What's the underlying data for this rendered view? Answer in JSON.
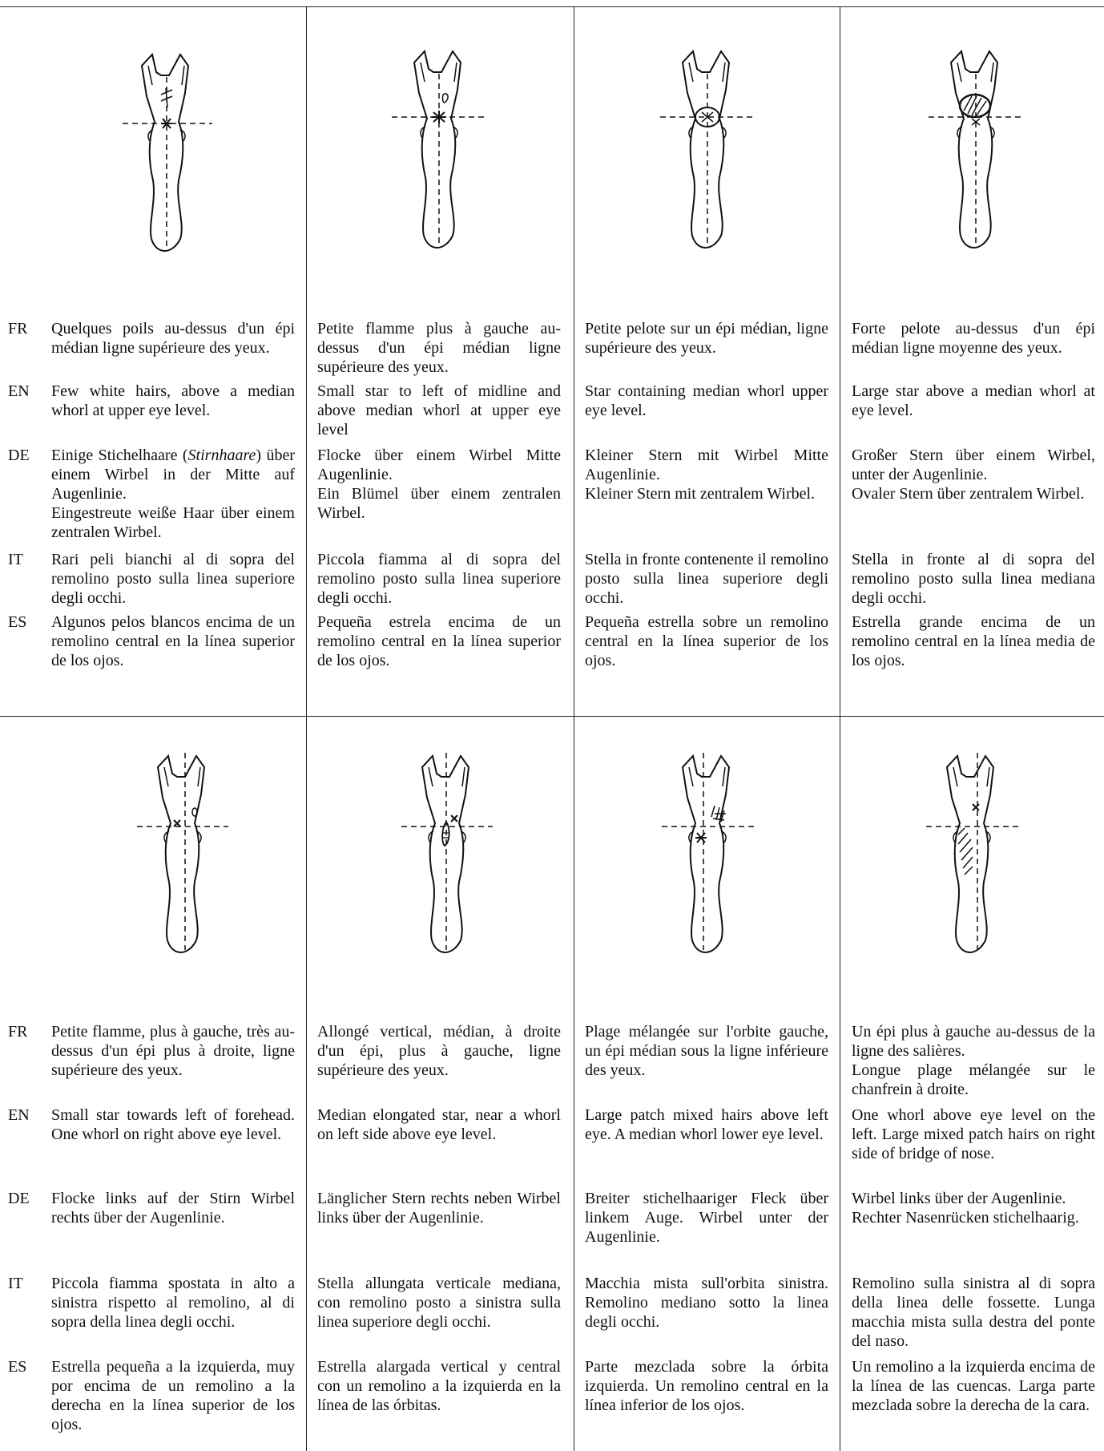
{
  "languages": [
    "FR",
    "EN",
    "DE",
    "IT",
    "ES"
  ],
  "rows": [
    {
      "cells": [
        {
          "FR": "Quelques poils au-dessus d'un épi médian ligne supérieure des yeux.",
          "EN": "Few white hairs, above a median whorl at upper eye level.",
          "DE_before": "Einige Stichelhaare (",
          "DE_italic": "Stirnhaare",
          "DE_after": ") über einem Wirbel in der Mitte auf Augenlinie.\nEingestreute weiße Haar über einem zentralen Wirbel.",
          "IT": "Rari peli bianchi al di sopra del remolino posto sulla linea superiore degli occhi.",
          "ES": "Algunos pelos blancos encima de un remolino central en la línea superior de los ojos."
        },
        {
          "FR": "Petite flamme plus à gauche au-dessus d'un épi médian ligne supérieure des yeux.",
          "EN": "Small star to left of midline and above median whorl at upper eye level",
          "DE": "Flocke über einem Wirbel Mitte Augenlinie.\nEin Blümel über einem zentralen Wirbel.",
          "IT": "Piccola fiamma al di sopra del remolino posto sulla linea superiore degli occhi.",
          "ES": "Pequeña estrela encima de un remolino central en la línea superior de los ojos."
        },
        {
          "FR": "Petite pelote sur un épi médian, ligne supérieure des yeux.",
          "EN": "Star containing median whorl upper eye level.",
          "DE": "Kleiner Stern mit Wirbel Mitte Augenlinie.\nKleiner Stern mit zentralem Wirbel.",
          "IT": "Stella in fronte contenente il remolino posto sulla linea superiore degli occhi.",
          "ES": "Pequeña estrella sobre un remolino central en la línea superior de los ojos."
        },
        {
          "FR": "Forte pelote au-dessus d'un épi médian ligne moyenne des yeux.",
          "EN": "Large star above a median whorl at eye level.",
          "DE": "Großer Stern über einem Wirbel, unter der Augenlinie.\nOvaler Stern über zentralem Wirbel.",
          "IT": "Stella in fronte al di sopra del remolino posto sulla linea mediana degli occhi.",
          "ES": "Estrella grande encima de un remolino central en la línea media de los ojos."
        }
      ]
    },
    {
      "cells": [
        {
          "FR": "Petite flamme, plus à gauche, très au-dessus d'un épi plus à droite, ligne supérieure des yeux.",
          "EN": "Small star towards left of forehead. One whorl on right above eye level.",
          "DE": "Flocke links auf der Stirn Wirbel rechts über der Augenlinie.",
          "IT": "Piccola fiamma spostata in alto a sinistra rispetto al remolino, al di sopra della linea degli occhi.",
          "ES": "Estrella pequeña a la izquierda, muy por encima de un remolino a la derecha en la línea superior de los ojos."
        },
        {
          "FR": "Allongé vertical, médian, à droite d'un épi, plus à gauche, ligne supérieure des yeux.",
          "EN": "Median elongated star, near a whorl on left side above eye level.",
          "DE": "Länglicher Stern rechts neben Wirbel links über der Augenlinie.",
          "IT": "Stella allungata verticale mediana, con remolino posto a sinistra sulla linea superiore degli occhi.",
          "ES": "Estrella alargada vertical y central con un remolino a la izquierda en la línea de las órbitas."
        },
        {
          "FR": "Plage mélangée sur l'orbite gauche, un épi médian sous la ligne inférieure des yeux.",
          "EN": "Large patch mixed hairs above left eye. A median whorl lower eye level.",
          "DE": "Breiter stichelhaariger Fleck über linkem Auge. Wirbel unter der Augenlinie.",
          "IT": "Macchia mista sull'orbita sinistra. Remolino mediano sotto la linea degli occhi.",
          "ES": "Parte mezclada sobre la órbita izquierda. Un remolino central en la línea inferior de los ojos."
        },
        {
          "FR": "Un épi plus à gauche au-dessus de la ligne des salières.\nLongue plage mélangée sur le chanfrein à droite.",
          "EN": "One whorl above eye level on the left. Large mixed patch hairs on right side of bridge of nose.",
          "DE": "Wirbel links über der Augenlinie.\nRechter Nasenrücken stichelhaarig.",
          "IT": "Remolino sulla sinistra al di sopra della linea delle fossette. Lunga macchia mista sulla destra del ponte del naso.",
          "ES": "Un remolino a la izquierda encima de la línea de las cuencas. Larga parte mezclada sobre la derecha de la cara."
        }
      ]
    }
  ]
}
